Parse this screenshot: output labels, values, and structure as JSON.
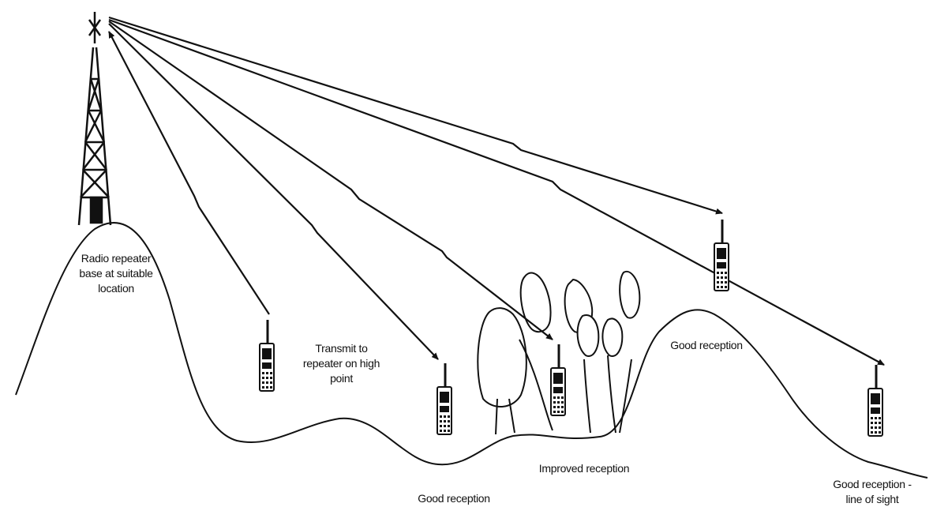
{
  "diagram": {
    "labels": {
      "base": [
        "Radio repeater",
        "base at suitable",
        "location"
      ],
      "transmit": [
        "Transmit to",
        "repeater on high",
        "point"
      ],
      "good_reception_valley": "Good reception",
      "improved_reception": "Improved reception",
      "good_reception_hill": "Good reception",
      "good_reception_los": [
        "Good reception -",
        "line of sight"
      ]
    },
    "colors": {
      "ink": "#111111",
      "background": "#ffffff"
    },
    "icons": {
      "tower": "radio-tower-icon",
      "handset": "walkie-talkie-icon",
      "trees": "tree-icon"
    }
  }
}
